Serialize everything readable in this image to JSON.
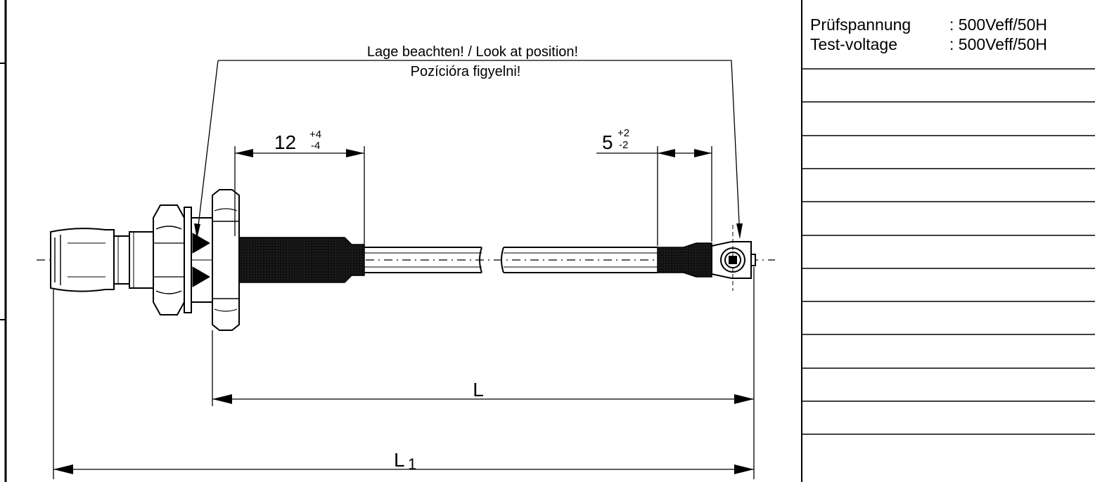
{
  "note": {
    "line1": "Lage beachten! / Look at position!",
    "line2": "Pozícióra figyelni!"
  },
  "dimensions": {
    "left_strip": {
      "nominal": "12",
      "upper_tol": "+4",
      "lower_tol": "-4"
    },
    "right_strip": {
      "nominal": "5",
      "upper_tol": "+2",
      "lower_tol": "-2"
    },
    "length": "L",
    "overall_length": {
      "letter": "L",
      "subscript": "1"
    }
  },
  "spec_table": {
    "rows": [
      {
        "label": "Prüfspannung",
        "value": ": 500Veff/50H"
      },
      {
        "label": "Test-voltage",
        "value": ": 500Veff/50H"
      }
    ],
    "blank_row_count": 12
  },
  "colors": {
    "ink": "#000000",
    "paper": "#ffffff",
    "heatshrink": "#111111"
  }
}
